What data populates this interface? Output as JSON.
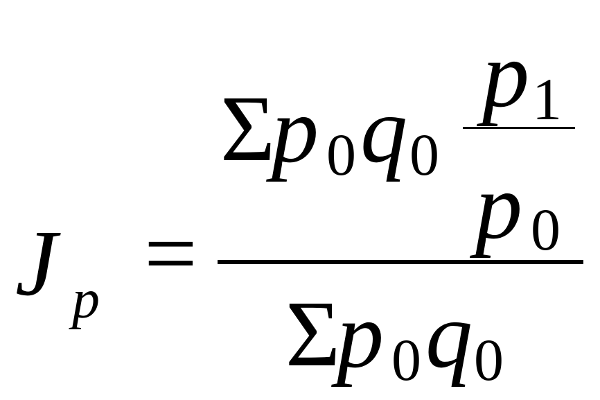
{
  "formula": {
    "lhs": {
      "symbol": "J",
      "subscript": "p"
    },
    "equals": "=",
    "numerator": {
      "sigma": "Σ",
      "p": "p",
      "p_sub": "0",
      "q": "q",
      "q_sub": "0",
      "ratio": {
        "top": "p",
        "top_sub": "1",
        "bottom": "p",
        "bottom_sub": "0"
      }
    },
    "denominator": {
      "sigma": "Σ",
      "p": "p",
      "p_sub": "0",
      "q": "q",
      "q_sub": "0"
    }
  }
}
